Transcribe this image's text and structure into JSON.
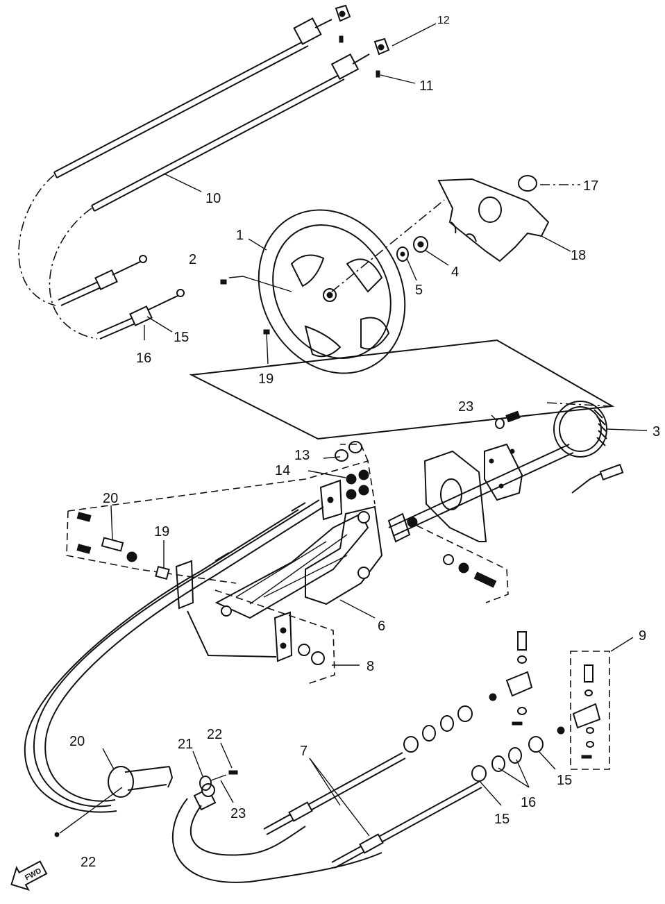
{
  "diagram": {
    "labels": {
      "p1": "1",
      "p2": "2",
      "p3": "3",
      "p4": "4",
      "p5": "5",
      "p6": "6",
      "p7": "7",
      "p8": "8",
      "p9": "9",
      "p10": "10",
      "p11": "11",
      "p12": "12",
      "p13": "13",
      "p14": "14",
      "p15a": "15",
      "p15b": "15",
      "p15c": "15",
      "p16a": "16",
      "p16b": "16",
      "p17": "17",
      "p18": "18",
      "p19a": "19",
      "p19b": "19",
      "p20a": "20",
      "p20b": "20",
      "p21": "21",
      "p22a": "22",
      "p22b": "22",
      "p23a": "23",
      "p23b": "23"
    },
    "fwd_badge": "FWD"
  }
}
